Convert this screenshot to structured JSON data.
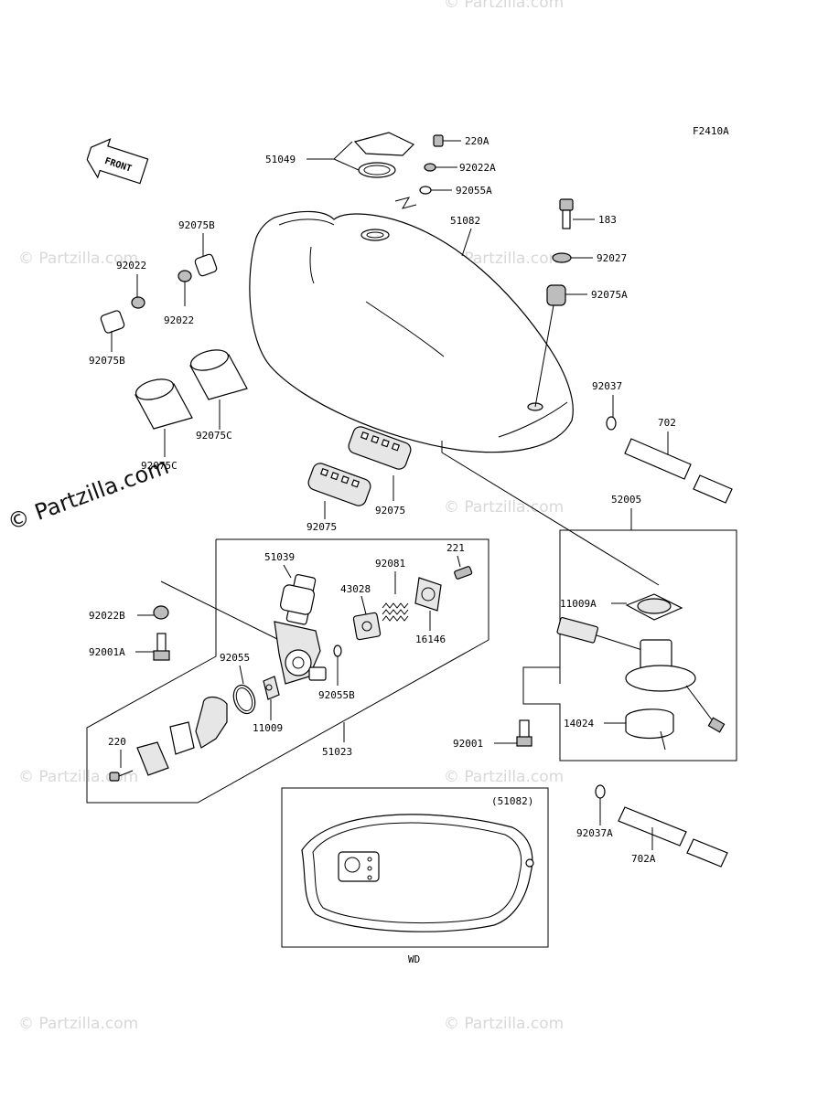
{
  "diagram_code": "F2410A",
  "front_label": "FRONT",
  "watermark": "© Partzilla.com",
  "parts": {
    "p220A": "220A",
    "p92022A": "92022A",
    "p92055A": "92055A",
    "p51049": "51049",
    "p51082": "51082",
    "p183": "183",
    "p92027": "92027",
    "p92075A": "92075A",
    "p92075B_top": "92075B",
    "p92022_left": "92022",
    "p92022_mid": "92022",
    "p92075B_left": "92075B",
    "p92075C_right": "92075C",
    "p92075C_left": "92075C",
    "p92075_right": "92075",
    "p92075_left": "92075",
    "p92037": "92037",
    "p702": "702",
    "p52005": "52005",
    "p51039": "51039",
    "p92081": "92081",
    "p221": "221",
    "p43028": "43028",
    "p16146": "16146",
    "p92022B": "92022B",
    "p92001A": "92001A",
    "p92055": "92055",
    "p92055B": "92055B",
    "p11009": "11009",
    "p51023": "51023",
    "p220": "220",
    "p11009A": "11009A",
    "p14024": "14024",
    "p92001": "92001",
    "p92037A": "92037A",
    "p702A": "702A",
    "p51082_ref": "(51082)",
    "wd": "WD"
  }
}
